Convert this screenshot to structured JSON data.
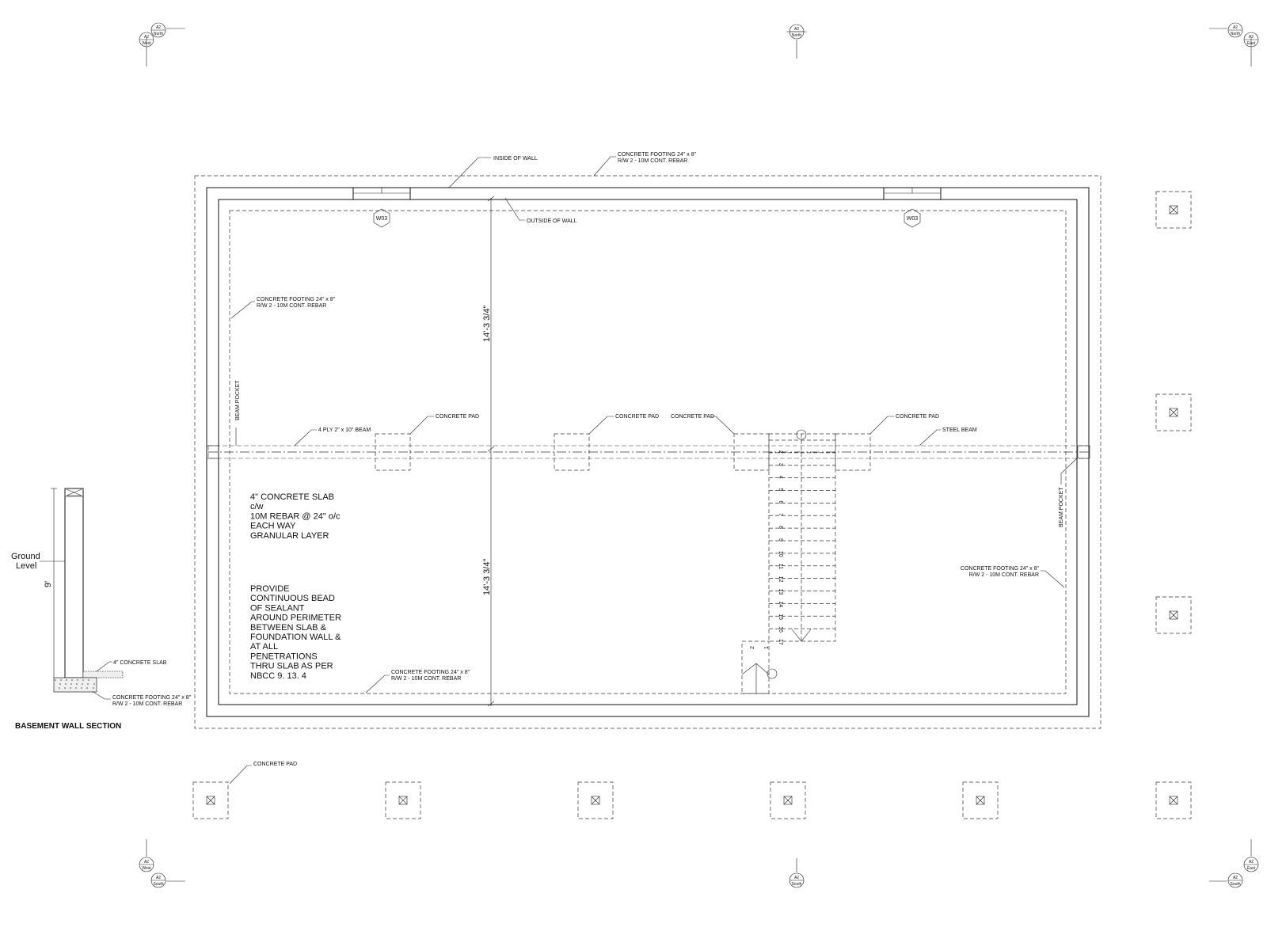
{
  "callouts": {
    "inside_of_wall": "INSIDE OF WALL",
    "outside_of_wall": "OUTSIDE OF WALL",
    "footing_line1": "CONCRETE FOOTING 24\" x 8\"",
    "footing_line2": "R/W 2 - 10M CONT. REBAR",
    "beam_pocket": "BEAM POCKET",
    "ply_beam": "4 PLY 2\" x 10\" BEAM",
    "steel_beam": "STEEL BEAM",
    "concrete_pad": "CONCRETE PAD",
    "window_tag": "W03"
  },
  "dimensions": {
    "upper": "14'-3 3/4\"",
    "lower": "14'-3 3/4\""
  },
  "slab_note": {
    "lines": [
      "4\" CONCRETE SLAB",
      "c/w",
      "10M REBAR @ 24\" o/c",
      "EACH WAY",
      "GRANULAR LAYER"
    ]
  },
  "sealant_note": {
    "lines": [
      "PROVIDE",
      "CONTINUOUS BEAD",
      "OF SEALANT",
      "AROUND PERIMETER",
      "BETWEEN SLAB &",
      "FOUNDATION WALL &",
      "AT ALL",
      "PENETRATIONS",
      "THRU SLAB AS PER",
      "NBCC 9. 13. 4"
    ]
  },
  "stair": {
    "treads": [
      "2",
      "3",
      "4",
      "5",
      "6",
      "7",
      "8",
      "9",
      "10",
      "11",
      "12",
      "13",
      "14",
      "15",
      "16",
      "17"
    ],
    "landing_num": "2",
    "landing_num2": "1"
  },
  "section": {
    "title": "BASEMENT WALL SECTION",
    "ground_line1": "Ground",
    "ground_line2": "Level",
    "height": "9'",
    "slab_label": "4\" CONCRETE SLAB",
    "footing_line1": "CONCRETE FOOTING 24\" x 8\"",
    "footing_line2": "R/W 2 - 10M CONT. REBAR"
  },
  "elevation_markers": {
    "north_top": "A2",
    "north_sub": "North",
    "east": "A2",
    "east_sub": "East",
    "south": "A2",
    "south_sub": "South",
    "west": "A2",
    "west_sub": "West"
  }
}
